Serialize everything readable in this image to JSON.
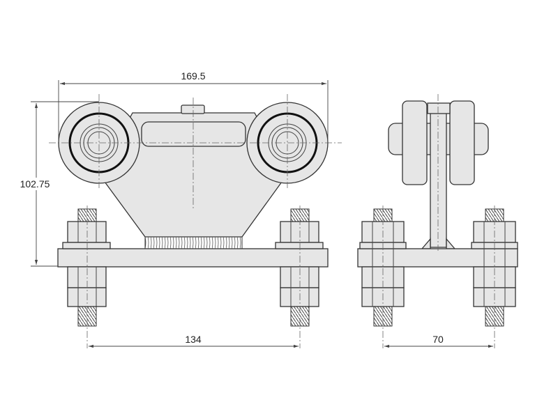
{
  "drawing": {
    "title": "Trolley with two bolts – front and side views",
    "dimensions": {
      "overall_width": "169.5",
      "overall_height": "102.75",
      "bolt_spacing_front": "134",
      "bolt_spacing_side": "70"
    }
  }
}
